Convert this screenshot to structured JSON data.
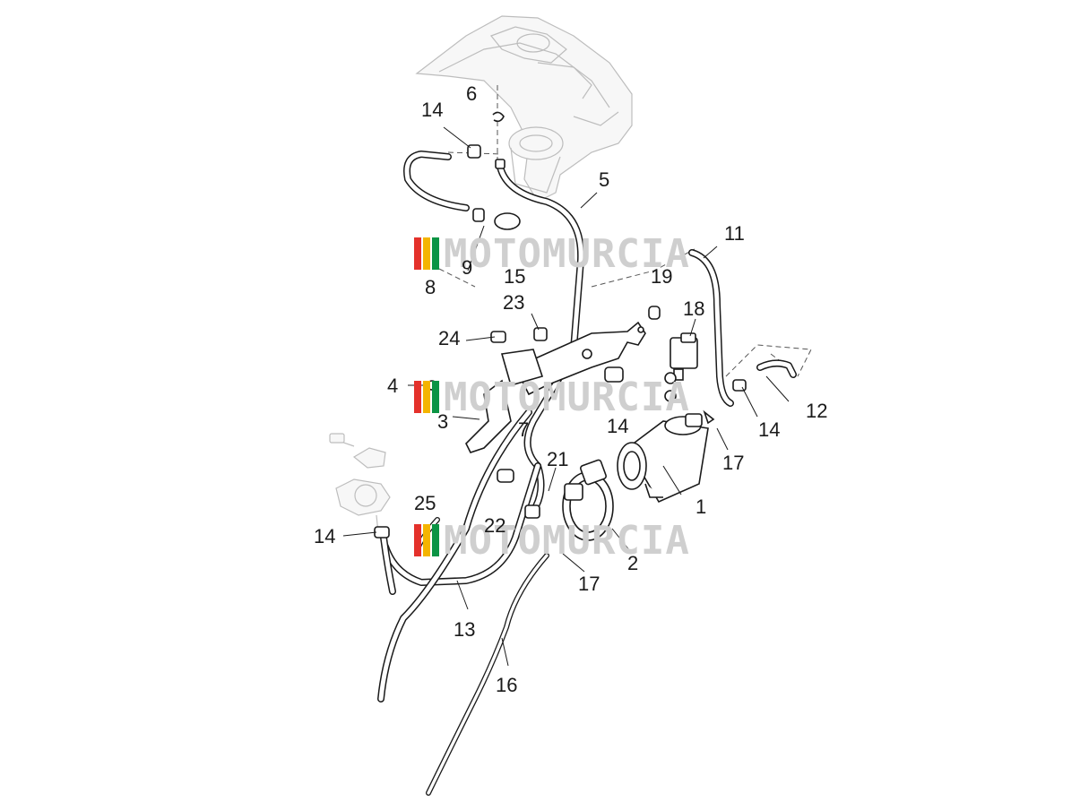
{
  "callouts": [
    {
      "id": "c1",
      "text": "1"
    },
    {
      "id": "c2",
      "text": "2"
    },
    {
      "id": "c3",
      "text": "3"
    },
    {
      "id": "c4",
      "text": "4"
    },
    {
      "id": "c5",
      "text": "5"
    },
    {
      "id": "c6",
      "text": "6"
    },
    {
      "id": "c7",
      "text": "7"
    },
    {
      "id": "c8",
      "text": "8"
    },
    {
      "id": "c9",
      "text": "9"
    },
    {
      "id": "c11",
      "text": "11"
    },
    {
      "id": "c12",
      "text": "12"
    },
    {
      "id": "c13",
      "text": "13"
    },
    {
      "id": "c14a",
      "text": "14"
    },
    {
      "id": "c14b",
      "text": "14"
    },
    {
      "id": "c14c",
      "text": "14"
    },
    {
      "id": "c14d",
      "text": "14"
    },
    {
      "id": "c15",
      "text": "15"
    },
    {
      "id": "c16",
      "text": "16"
    },
    {
      "id": "c17a",
      "text": "17"
    },
    {
      "id": "c17b",
      "text": "17"
    },
    {
      "id": "c18",
      "text": "18"
    },
    {
      "id": "c19",
      "text": "19"
    },
    {
      "id": "c21",
      "text": "21"
    },
    {
      "id": "c22",
      "text": "22"
    },
    {
      "id": "c23",
      "text": "23"
    },
    {
      "id": "c24",
      "text": "24"
    },
    {
      "id": "c25",
      "text": "25"
    }
  ],
  "watermark": {
    "text": "MOTOMURCIA",
    "colors": [
      "#e4312b",
      "#f4b400",
      "#0b9444"
    ]
  }
}
